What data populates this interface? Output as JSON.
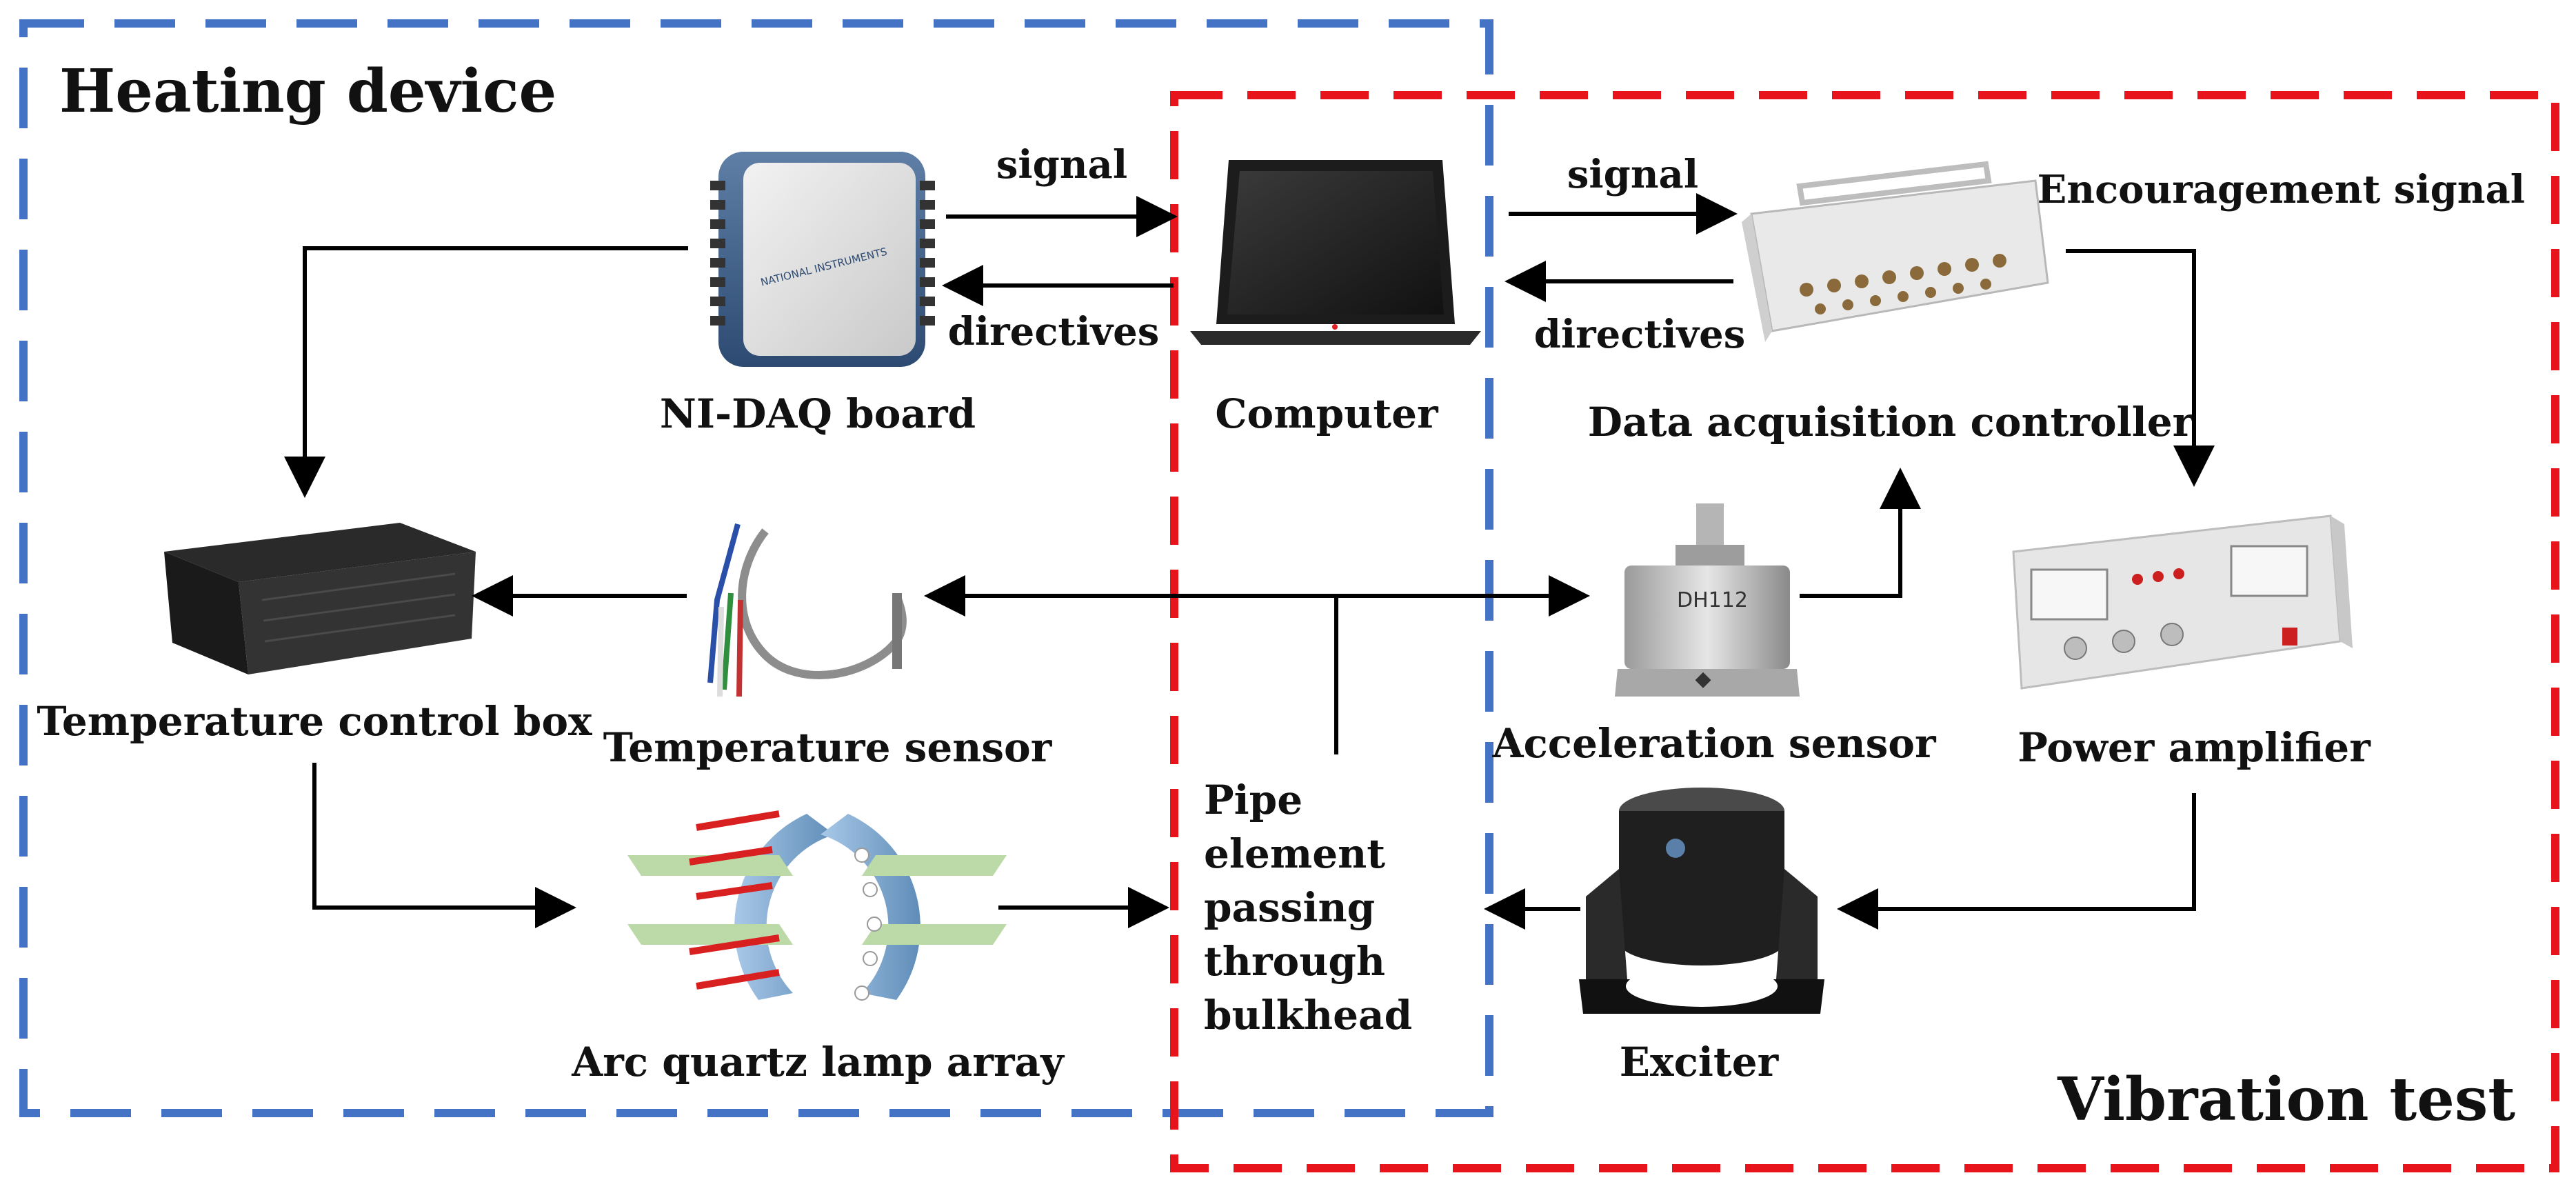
{
  "regions": {
    "heating": {
      "title": "Heating device",
      "color": "#4472C4"
    },
    "vibration": {
      "title": "Vibration test",
      "color": "#E8141C"
    }
  },
  "components": {
    "ni_daq": "NI-DAQ board",
    "computer": "Computer",
    "daq_controller": "Data acquisition controller",
    "temp_box": "Temperature control box",
    "temp_sensor": "Temperature sensor",
    "accel_sensor": "Acceleration sensor",
    "power_amp": "Power amplifier",
    "lamp_array": "Arc quartz lamp array",
    "exciter": "Exciter",
    "pipe": [
      "Pipe",
      "element",
      "passing",
      "through",
      "bulkhead"
    ]
  },
  "edges": {
    "signal_left": "signal",
    "directives_left": "directives",
    "signal_right": "signal",
    "directives_right": "directives",
    "encouragement": "Encouragement signal"
  },
  "device_texts": {
    "ni_logo": "NATIONAL INSTRUMENTS",
    "accel_model": "DH112"
  }
}
